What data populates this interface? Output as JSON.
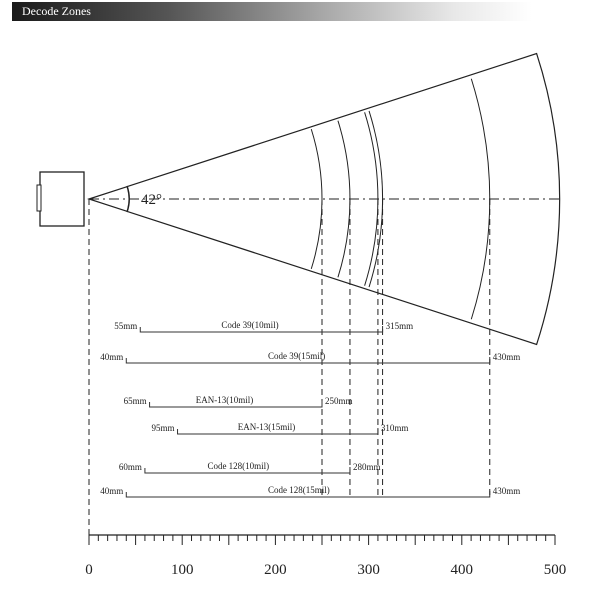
{
  "header": {
    "title": "Decode Zones"
  },
  "diagram": {
    "field_angle_label": "42°",
    "field_angle_deg": 42,
    "axis": {
      "min": 0,
      "max": 500,
      "major_ticks": [
        0,
        100,
        200,
        300,
        400,
        500
      ],
      "minor_step": 10
    },
    "zones": [
      {
        "name": "Code 39(10mil)",
        "near": 55,
        "far": 315,
        "near_label": "55mm",
        "far_label": "315mm"
      },
      {
        "name": "Code 39(15mil)",
        "near": 40,
        "far": 430,
        "near_label": "40mm",
        "far_label": "430mm"
      },
      {
        "name": "EAN-13(10mil)",
        "near": 65,
        "far": 250,
        "near_label": "65mm",
        "far_label": "250mm"
      },
      {
        "name": "EAN-13(15mil)",
        "near": 95,
        "far": 310,
        "near_label": "95mm",
        "far_label": "310mm"
      },
      {
        "name": "Code 128(10mil)",
        "near": 60,
        "far": 280,
        "near_label": "60mm",
        "far_label": "280mm"
      },
      {
        "name": "Code 128(15mil)",
        "near": 40,
        "far": 430,
        "near_label": "40mm",
        "far_label": "430mm"
      }
    ]
  }
}
